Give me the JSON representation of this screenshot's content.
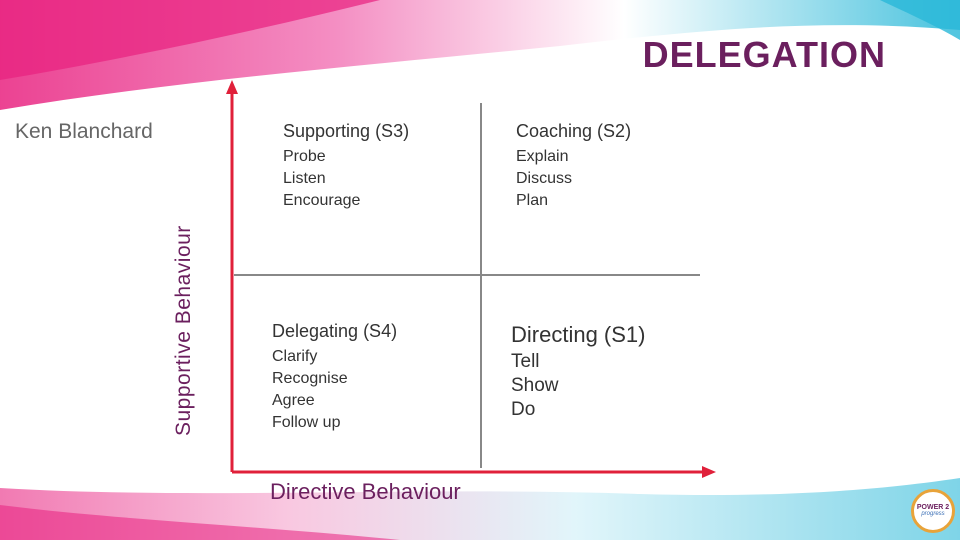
{
  "slide": {
    "title": "DELEGATION",
    "author": "Ken Blanchard",
    "y_axis_label": "Supportive Behaviour",
    "x_axis_label": "Directive Behaviour"
  },
  "quadrants": {
    "top_left": {
      "title": "Supporting (S3)",
      "items": [
        "Probe",
        "Listen",
        "Encourage"
      ]
    },
    "top_right": {
      "title": "Coaching (S2)",
      "items": [
        "Explain",
        "Discuss",
        "Plan"
      ]
    },
    "bottom_left": {
      "title": "Delegating (S4)",
      "items": [
        "Clarify",
        "Recognise",
        "Agree",
        "Follow up"
      ]
    },
    "bottom_right": {
      "title": "Directing (S1)",
      "items": [
        "Tell",
        "Show",
        "Do"
      ]
    }
  },
  "colors": {
    "title": "#6b1f5e",
    "axis_arrow": "#e0203a",
    "divider": "#888888",
    "decor_pink": "#e8217f",
    "decor_cyan": "#29b8d8"
  },
  "logo": {
    "line1": "POWER 2",
    "line2": "progress"
  }
}
